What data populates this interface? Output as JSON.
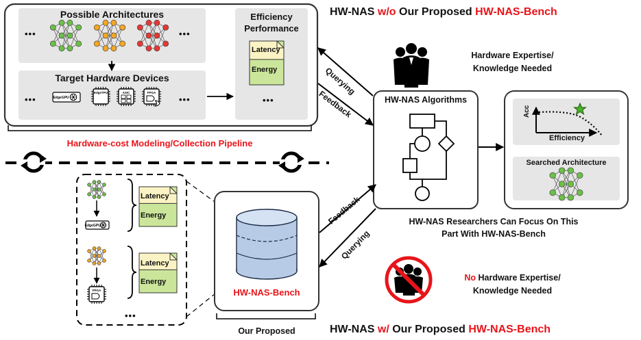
{
  "top": {
    "possible_architectures": "Possible Architectures",
    "target_hardware_devices": "Target Hardware Devices",
    "efficiency": "Efficiency",
    "performance": "Performance",
    "ellipsis": "•••"
  },
  "doc": {
    "latency": "Latency",
    "energy": "Energy"
  },
  "devices": {
    "edgegpu": "EdgeGPU",
    "edgetpu": "EdgeTPU",
    "asic": "ASIC",
    "fpga": "FPGA"
  },
  "pipeline": {
    "label": "Hardware-cost Modeling/Collection Pipeline"
  },
  "titles": {
    "top_prefix": "HW-NAS ",
    "top_red": "w/o",
    "top_mid": " Our Proposed ",
    "top_red2": "HW-NAS-Bench",
    "bottom_prefix": "HW-NAS ",
    "bottom_red": "w/",
    "bottom_mid": " Our Proposed ",
    "bottom_red2": "HW-NAS-Bench"
  },
  "expertise": {
    "needed_line1": "Hardware Expertise/",
    "needed_line2": "Knowledge Needed",
    "no_red": "No",
    "no_line1": " Hardware Expertise/",
    "no_line2": "Knowledge Needed"
  },
  "arrows": {
    "querying_top": "Querying",
    "feedback_top": "Feedback",
    "feedback_bottom": "Feedback",
    "querying_bottom": "Querying"
  },
  "algo": {
    "title": "HW-NAS Algorithms"
  },
  "result": {
    "acc": "Acc",
    "efficiency": "Efficiency",
    "searched_architecture": "Searched Architecture"
  },
  "focus": {
    "line1": "HW-NAS Researchers Can Focus On This",
    "line2": "Part With HW-NAS-Bench"
  },
  "bench": {
    "label": "HW-NAS-Bench",
    "our_proposed": "Our Proposed"
  },
  "colors": {
    "red": "#e8141a",
    "green_node": "#6cc04a",
    "orange_node": "#f5a623",
    "red_node": "#e53935",
    "doc_fill": "#cbe69a",
    "doc_fold": "#fbf3c4",
    "panel_gray": "#e6e6e6",
    "cylinder_blue": "#b7cbe6"
  }
}
